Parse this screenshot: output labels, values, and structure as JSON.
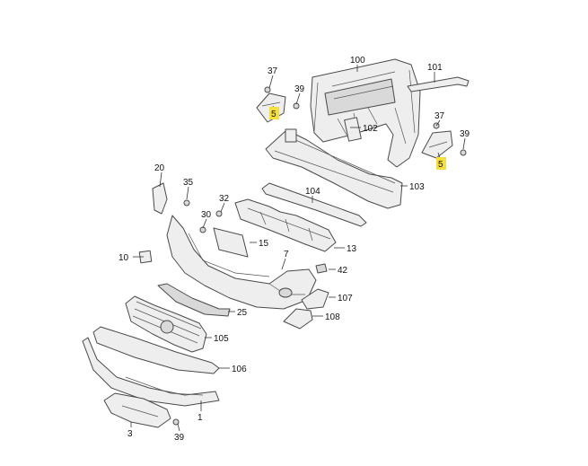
{
  "diagram": {
    "title": "",
    "callouts": [
      {
        "id": "c100",
        "label": "100"
      },
      {
        "id": "c101",
        "label": "101"
      },
      {
        "id": "c37a",
        "label": "37"
      },
      {
        "id": "c39a",
        "label": "39"
      },
      {
        "id": "c5a",
        "label": "5",
        "highlighted": true
      },
      {
        "id": "c102",
        "label": "102"
      },
      {
        "id": "c37b",
        "label": "37"
      },
      {
        "id": "c39b",
        "label": "39"
      },
      {
        "id": "c5b",
        "label": "5",
        "highlighted": true
      },
      {
        "id": "c103",
        "label": "103"
      },
      {
        "id": "c104",
        "label": "104"
      },
      {
        "id": "c20",
        "label": "20"
      },
      {
        "id": "c35",
        "label": "35"
      },
      {
        "id": "c32",
        "label": "32"
      },
      {
        "id": "c30",
        "label": "30"
      },
      {
        "id": "c15",
        "label": "15"
      },
      {
        "id": "c13",
        "label": "13"
      },
      {
        "id": "c10",
        "label": "10"
      },
      {
        "id": "c7",
        "label": "7"
      },
      {
        "id": "c42",
        "label": "42"
      },
      {
        "id": "c107",
        "label": "107"
      },
      {
        "id": "c108",
        "label": "108"
      },
      {
        "id": "c25",
        "label": "25"
      },
      {
        "id": "c105",
        "label": "105"
      },
      {
        "id": "c106",
        "label": "106"
      },
      {
        "id": "c1",
        "label": "1"
      },
      {
        "id": "c3",
        "label": "3"
      },
      {
        "id": "c39c",
        "label": "39"
      }
    ],
    "highlight_color": "#f6df3a"
  }
}
